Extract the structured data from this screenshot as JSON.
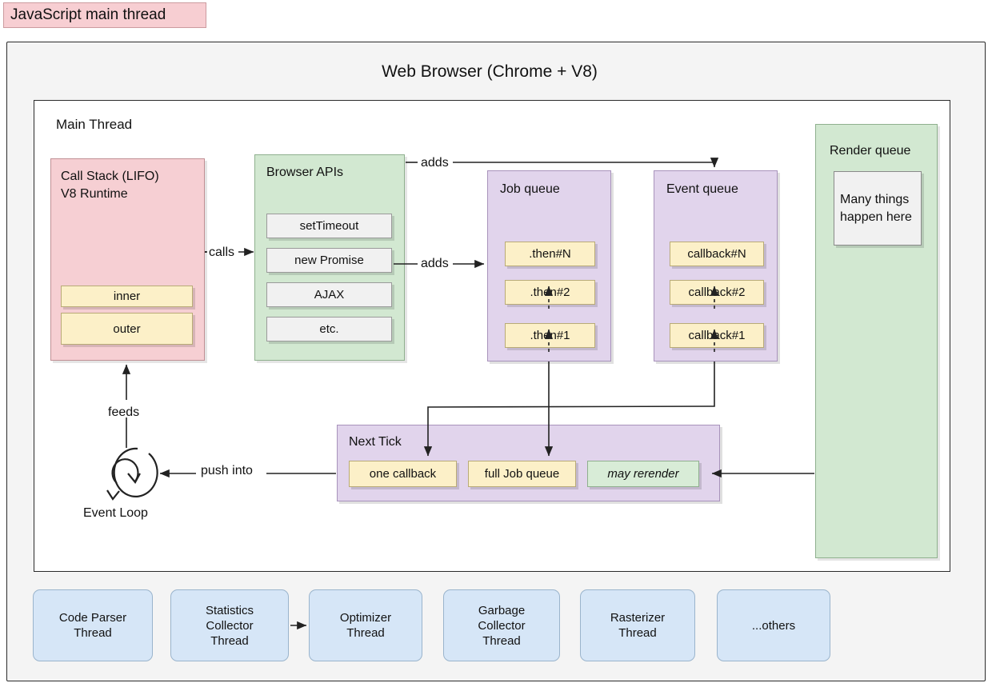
{
  "page": {
    "title_chip": "JavaScript main thread",
    "browser_title": "Web Browser (Chrome + V8)",
    "main_thread_label": "Main Thread"
  },
  "call_stack": {
    "header_line1": "Call Stack (LIFO)",
    "header_line2": "V8 Runtime",
    "frames": [
      {
        "label": "inner"
      },
      {
        "label": "outer"
      }
    ]
  },
  "browser_apis": {
    "header": "Browser APIs",
    "items": [
      {
        "label": "setTimeout"
      },
      {
        "label": "new Promise"
      },
      {
        "label": "AJAX"
      },
      {
        "label": "etc."
      }
    ]
  },
  "job_queue": {
    "header": "Job queue",
    "items": [
      {
        "label": ".then#N"
      },
      {
        "label": ".then#2"
      },
      {
        "label": ".then#1"
      }
    ]
  },
  "event_queue": {
    "header": "Event queue",
    "items": [
      {
        "label": "callback#N"
      },
      {
        "label": "callback#2"
      },
      {
        "label": "callback#1"
      }
    ]
  },
  "render_queue": {
    "header": "Render queue",
    "inner_line1": "Many things",
    "inner_line2": "happen here"
  },
  "next_tick": {
    "header": "Next Tick",
    "items": [
      {
        "label": "one callback",
        "style": "yellow"
      },
      {
        "label": "full Job queue",
        "style": "yellow"
      },
      {
        "label": "may rerender",
        "style": "green"
      }
    ]
  },
  "event_loop": {
    "label": "Event Loop",
    "icon": "circular-arrow-icon"
  },
  "arrow_labels": {
    "calls": "calls",
    "adds_top": "adds",
    "adds_mid": "adds",
    "feeds": "feeds",
    "push_into": "push into"
  },
  "worker_threads": [
    {
      "line1": "Code Parser",
      "line2": "Thread",
      "line3": ""
    },
    {
      "line1": "Statistics",
      "line2": "Collector",
      "line3": "Thread"
    },
    {
      "line1": "Optimizer",
      "line2": "Thread",
      "line3": ""
    },
    {
      "line1": "Garbage",
      "line2": "Collector",
      "line3": "Thread"
    },
    {
      "line1": "Rasterizer",
      "line2": "Thread",
      "line3": ""
    },
    {
      "line1": "...others",
      "line2": "",
      "line3": ""
    }
  ],
  "colors": {
    "pink": "#f6cfd3",
    "green": "#d2e8d1",
    "purple": "#e1d4ec",
    "yellow": "#fcf0c8",
    "blue": "#d6e6f7",
    "grey": "#f1f1f1",
    "frame_bg": "#f4f4f4",
    "stroke": "#222222"
  }
}
